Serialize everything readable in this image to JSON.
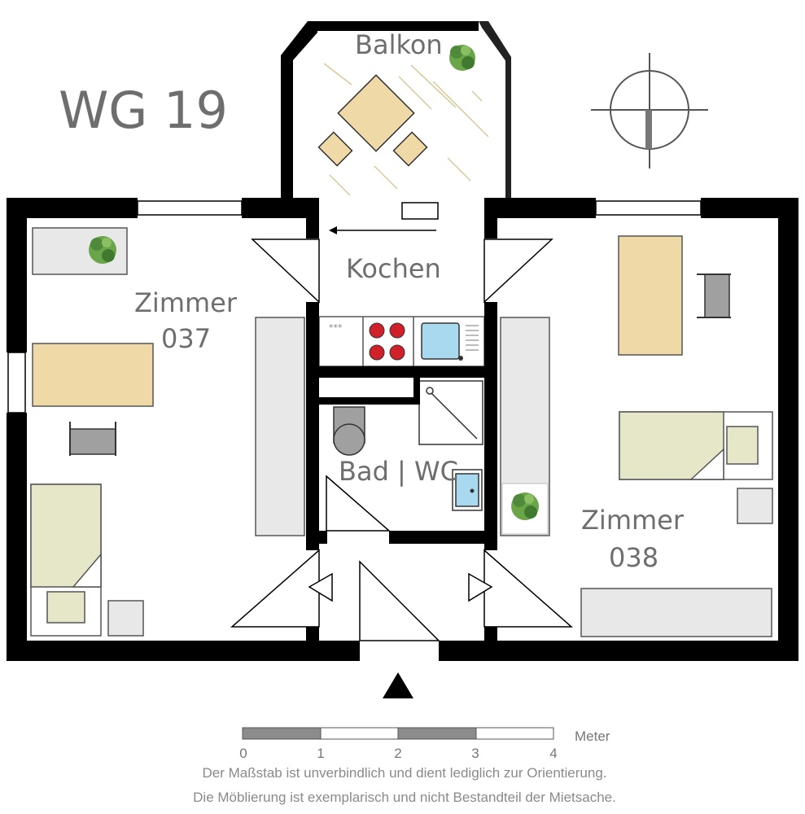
{
  "title": "WG 19",
  "rooms": {
    "balcony": "Balkon",
    "kitchen": "Kochen",
    "room_037_name": "Zimmer",
    "room_037_number": "037",
    "room_038_name": "Zimmer",
    "room_038_number": "038",
    "bathroom": "Bad | WC"
  },
  "scale": {
    "unit": "Meter",
    "ticks": [
      "0",
      "1",
      "2",
      "3",
      "4"
    ]
  },
  "notes": [
    "Der Maßstab ist unverbindlich und dient lediglich zur Orientierung.",
    "Die Möblierung ist exemplarisch und nicht Bestandteil der Mietsache."
  ],
  "stove_label": "***",
  "colors": {
    "wall": "#000000",
    "text": "#6e6e6e",
    "furniture_wood": "#efd9a6",
    "bed": "#e6e6c8",
    "cabinet": "#e8e8e8",
    "chair_seat": "#a0a0a0",
    "sink": "#a9d9ee",
    "hob": "#d0202a",
    "plant": "#4f8a3b",
    "scale_dark": "#8c8c8c"
  }
}
